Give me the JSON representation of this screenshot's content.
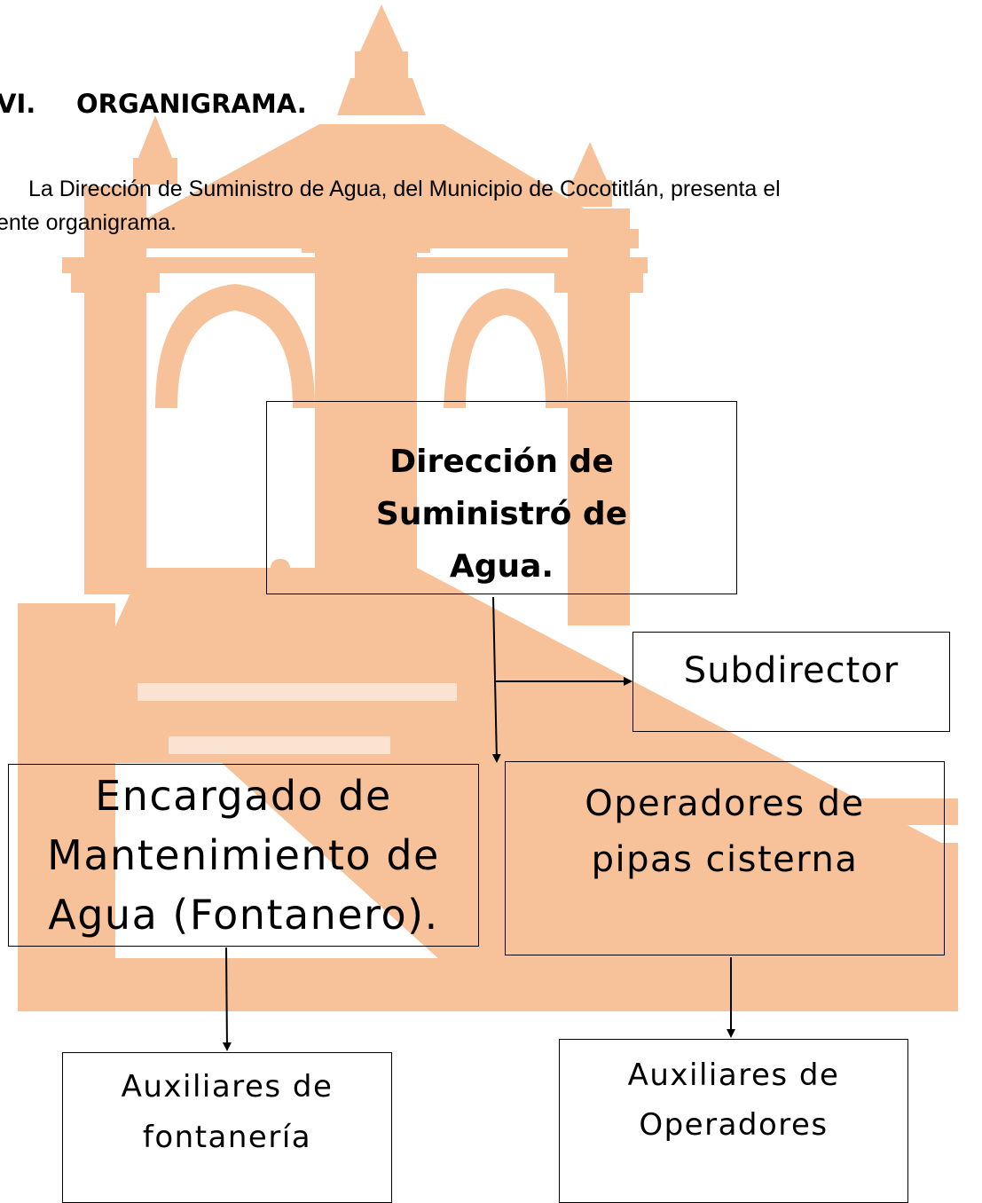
{
  "section": {
    "number": "VI.",
    "title": "ORGANIGRAMA."
  },
  "intro": {
    "line1": "La Dirección de Suministro de Agua, del Municipio de Cocotitlán, presenta el",
    "line2": "ente organigrama."
  },
  "org": {
    "director": [
      "Dirección de",
      "Suministró de",
      "Agua."
    ],
    "subdirector": "Subdirector",
    "encargado": [
      "Encargado de",
      "Mantenimiento de",
      "Agua (Fontanero)."
    ],
    "operadores": [
      "Operadores de",
      "pipas cisterna"
    ],
    "aux_fontaneria": [
      "Auxiliares de",
      "fontanería"
    ],
    "aux_operadores": [
      "Auxiliares de",
      "Operadores"
    ]
  },
  "colors": {
    "watermark": "#f7c29a",
    "lines": "#000000"
  }
}
